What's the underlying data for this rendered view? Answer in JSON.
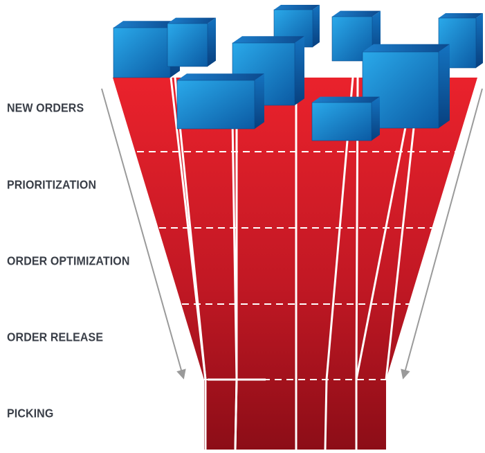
{
  "funnel": {
    "stages": [
      {
        "label": "NEW ORDERS"
      },
      {
        "label": "PRIORITIZATION"
      },
      {
        "label": "ORDER OPTIMIZATION"
      },
      {
        "label": "ORDER RELEASE"
      },
      {
        "label": "PICKING"
      }
    ],
    "lane_count": 6,
    "colors": {
      "funnel_top": "#e8212b",
      "funnel_bottom": "#8e0e18",
      "cube_light": "#29a8e8",
      "cube_dark": "#0a4f96",
      "arrow": "#9a9a9a",
      "label": "#3a3f48"
    },
    "icons": {
      "cube": "box-icon",
      "arrow": "flow-arrow-icon"
    }
  }
}
